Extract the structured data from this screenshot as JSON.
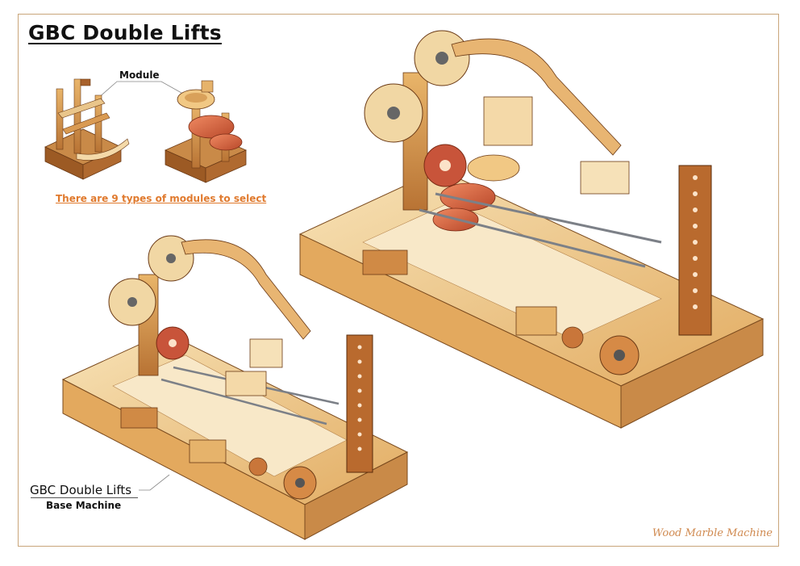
{
  "page": {
    "title": "GBC Double Lifts",
    "module_label": "Module",
    "modules_note": "There are 9 types of modules to select",
    "base_machine_title": "GBC Double Lifts",
    "base_machine_subtitle": "Base Machine",
    "brand": "Wood Marble Machine"
  },
  "colors": {
    "wood_light": "#f4d9a8",
    "wood_mid": "#e6b36b",
    "wood_dark": "#a8612b",
    "copper": "#d0623a",
    "metal": "#7c8087",
    "accent_text": "#e07a2e",
    "frame": "#c9a57a"
  }
}
